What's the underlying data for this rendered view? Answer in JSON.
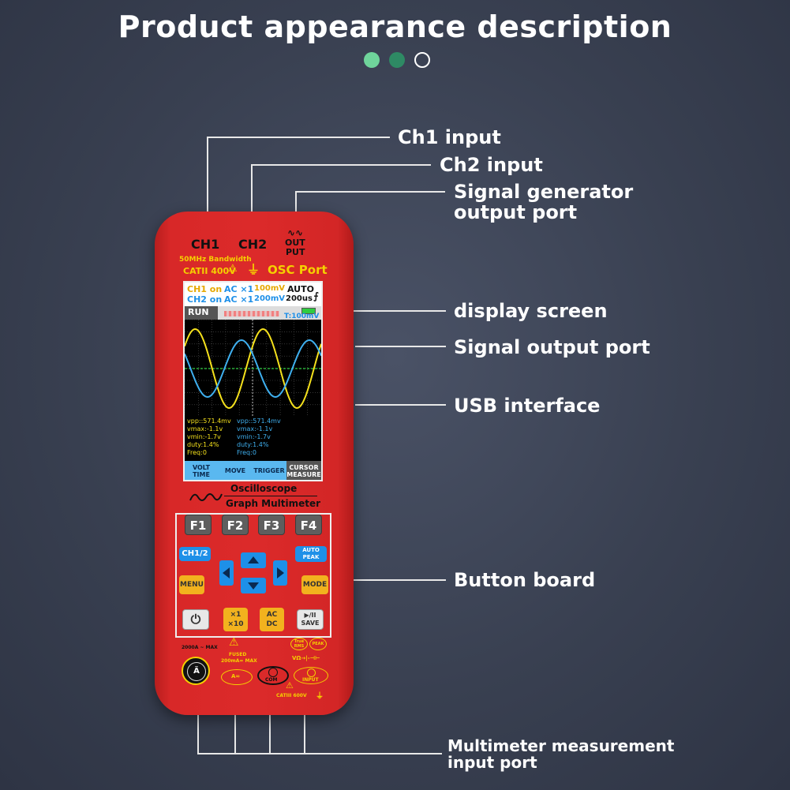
{
  "title": "Product appearance description",
  "dots": [
    {
      "color": "#6fd49b",
      "filled": true
    },
    {
      "color": "#2e8a64",
      "filled": true
    },
    {
      "color": "#ffffff",
      "filled": false
    }
  ],
  "callouts": {
    "ch1_input": "Ch1 input",
    "ch2_input": "Ch2 input",
    "siggen_line1": "Signal generator",
    "siggen_line2": "output port",
    "display_screen": "display screen",
    "signal_output": "Signal output port",
    "usb": "USB interface",
    "button_board": "Button board",
    "multimeter_line1": "Multimeter measurement",
    "multimeter_line2": "input port"
  },
  "device": {
    "ch1": "CH1",
    "ch2": "CH2",
    "out_put_1": "OUT",
    "out_put_2": "PUT",
    "bandwidth": "50MHz Bandwidth",
    "cat": "CATII 400V",
    "osc_port": "OSC Port",
    "brand_1": "Oscilloscope",
    "brand_2": "Graph Multimeter",
    "f1": "F1",
    "f2": "F2",
    "f3": "F3",
    "f4": "F4",
    "ch12": "CH1/2",
    "auto_peak_1": "AUTO",
    "auto_peak_2": "PEAK",
    "menu": "MENU",
    "mode": "MODE",
    "x1": "×1",
    "x10": "×10",
    "ac": "AC",
    "dc": "DC",
    "play": "▶/II",
    "save": "SAVE",
    "max_a": "2000A ~ MAX",
    "fused_1": "FUSED",
    "fused_2": "200mA= MAX",
    "true_rms_1": "True",
    "true_rms_2": "RMS",
    "peak": "PEAK",
    "vohm": "VΩ→|-⊣⊢",
    "a_port": "A≂",
    "com": "COM",
    "input": "INPUT",
    "cat3": "CATIII 600V"
  },
  "screen": {
    "ch1_status": "CH1 on",
    "ch1_coupling": "AC ×1",
    "ch1_scale": "100mV",
    "ch2_status": "CH2 on",
    "ch2_coupling": "AC ×1",
    "ch2_scale": "200mV",
    "trigger_mode": "AUTO",
    "timebase": "200us",
    "run": "RUN",
    "trigger_level": "T:100mV",
    "ch1_meas": [
      "vpp::571.4mv",
      "vmax:-1.1v",
      "vmin:-1.7v",
      "duty:1.4%",
      "Freq:0"
    ],
    "ch2_meas": [
      "vpp::571.4mv",
      "vmax:-1.1v",
      "vmin:-1.7v",
      "duty:1.4%",
      "Freq:0"
    ],
    "softkeys": {
      "volt_1": "VOLT",
      "volt_2": "TIME",
      "move": "MOVE",
      "trigger": "TRIGGER",
      "cursor_1": "CURSOR",
      "cursor_2": "MEASURE"
    },
    "colors": {
      "ch1": "#f5e11c",
      "ch2": "#3fb0f0",
      "grid": "#555555",
      "accent": "#1e90e8"
    }
  }
}
